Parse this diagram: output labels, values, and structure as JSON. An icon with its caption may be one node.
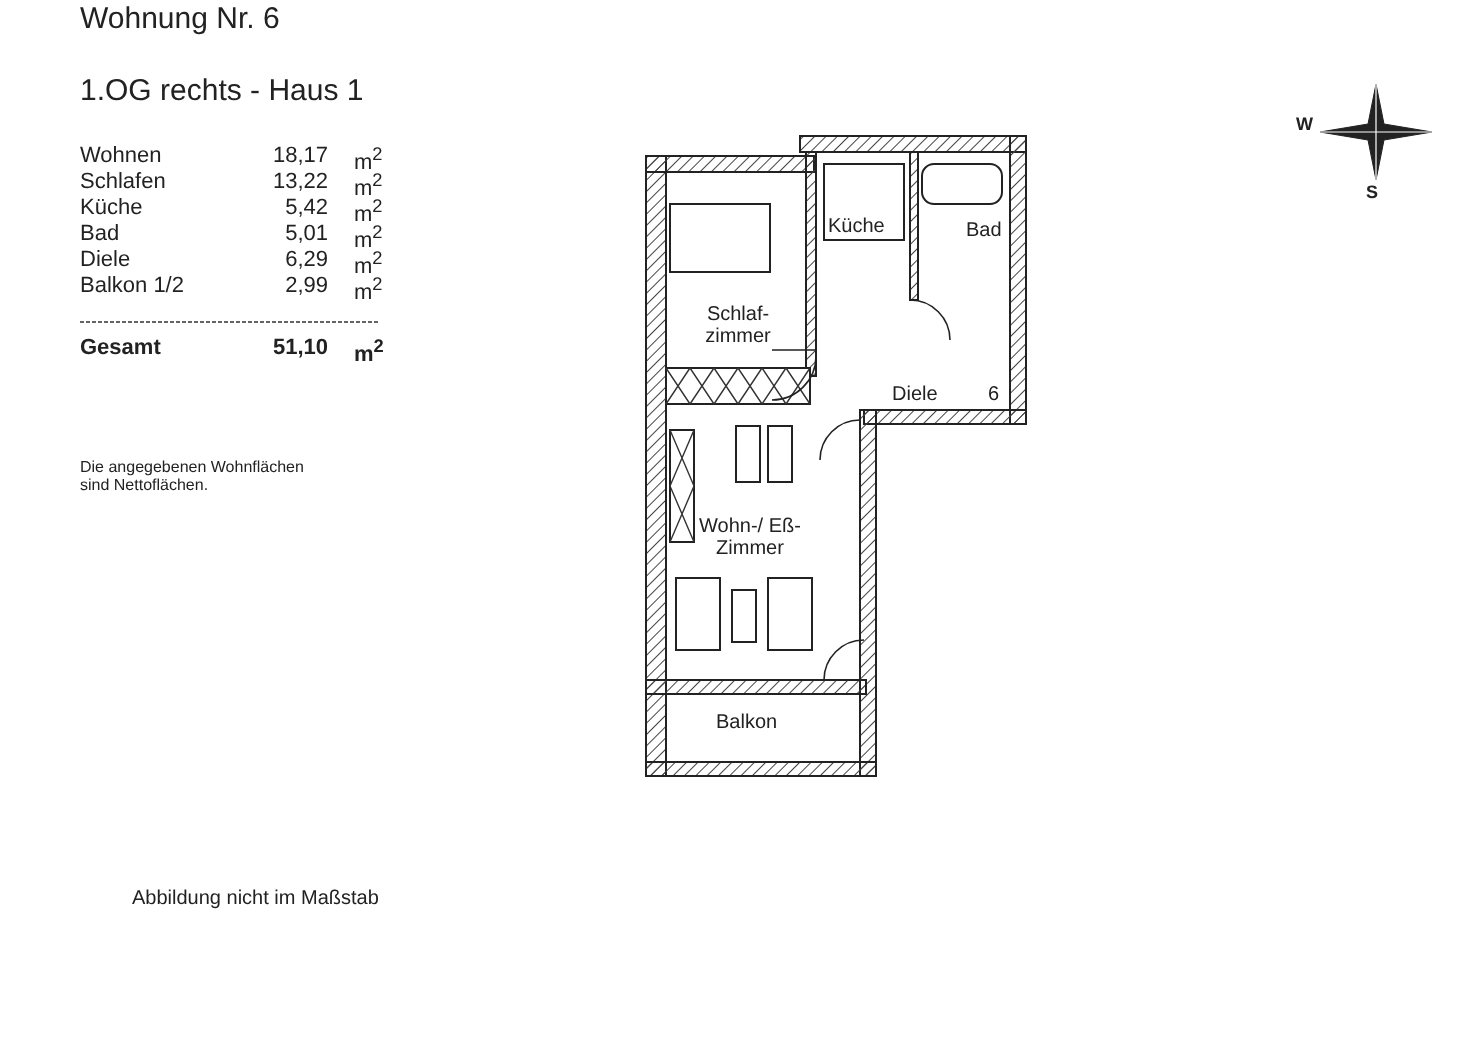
{
  "diagram": {
    "title": "Wohnung Nr. 6",
    "labels": [
      "1.OG rechts - Haus 1",
      "Wohnen",
      "18,17",
      "m$^{2}$",
      "Schlafen",
      "13,22",
      "m$^{2}$",
      "Küche",
      "5,42",
      "m$^{2}$",
      "Bad",
      "5,01",
      "m$^{2}$",
      "Diele",
      "6,29",
      "m$^{2}$",
      "Balkon 1/2",
      "2,99",
      "m$^{2}$",
      "Gesamt",
      "51,10",
      "m$^{2}$",
      "Die angegebenen Wohnflächen sind Nettoflächen.",
      "W",
      "S",
      "Küche",
      "Bad",
      "Schlaf- zimmer",
      "Diele",
      "6",
      "Wohn-/ Eß-Zimmer",
      "Balkon",
      "Abbildung nicht im Maßstab"
    ]
  }
}
